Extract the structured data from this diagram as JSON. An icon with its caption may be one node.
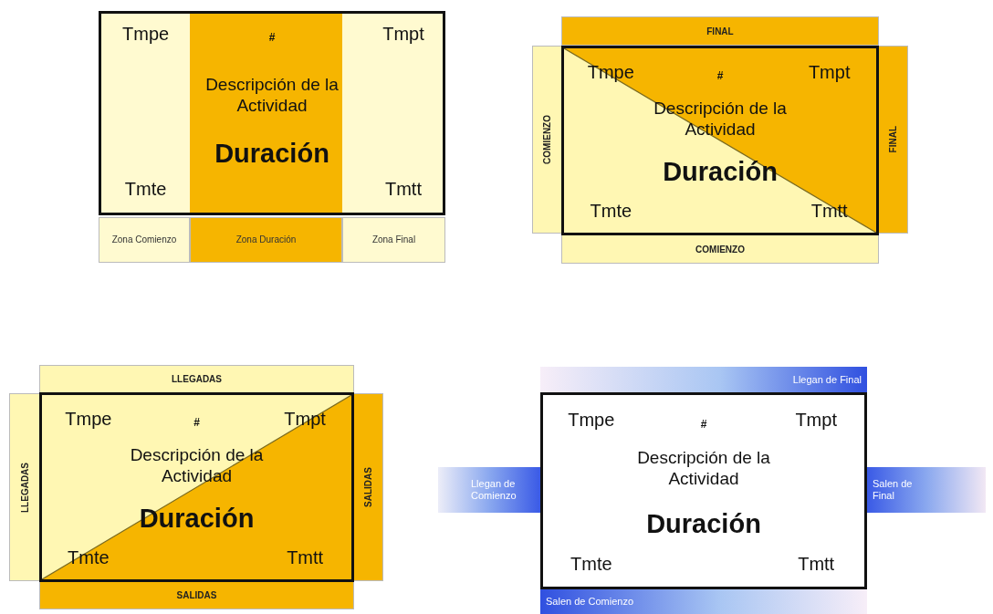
{
  "diagram": {
    "nodes": [
      {
        "text": [
          "Tmpe",
          "#",
          "Tmpt",
          "Descripción de la Actividad",
          "Duración",
          "Tmte",
          "Tmtt"
        ]
      },
      {
        "text": [
          "Zona Comienzo"
        ]
      },
      {
        "text": [
          "Zona Duración"
        ]
      },
      {
        "text": [
          "Zona Final"
        ]
      },
      {
        "text": [
          "FINAL"
        ]
      },
      {
        "text": [
          "COMIENZO"
        ]
      },
      {
        "text": [
          "Tmpe",
          "#",
          "Tmpt",
          "Descripción de la Actividad",
          "Duración",
          "Tmte",
          "Tmtt"
        ]
      },
      {
        "text": [
          "FINAL"
        ]
      },
      {
        "text": [
          "COMIENZO"
        ]
      },
      {
        "text": [
          "LLEGADAS"
        ]
      },
      {
        "text": [
          "LLEGADAS"
        ]
      },
      {
        "text": [
          "Tmpe",
          "#",
          "Tmpt",
          "Descripción de la Actividad",
          "Duración",
          "Tmte",
          "Tmtt"
        ]
      },
      {
        "text": [
          "SALIDAS"
        ]
      },
      {
        "text": [
          "SALIDAS"
        ]
      },
      {
        "text": [
          "Llegan de Final"
        ]
      },
      {
        "text": [
          "Llegan de Comienzo"
        ]
      },
      {
        "text": [
          "Tmpe",
          "#",
          "Tmpt",
          "Descripción de la Actividad",
          "Duración",
          "Tmte",
          "Tmtt"
        ]
      },
      {
        "text": [
          "Salen de Final"
        ]
      },
      {
        "text": [
          "Salen de Comienzo"
        ]
      }
    ]
  }
}
